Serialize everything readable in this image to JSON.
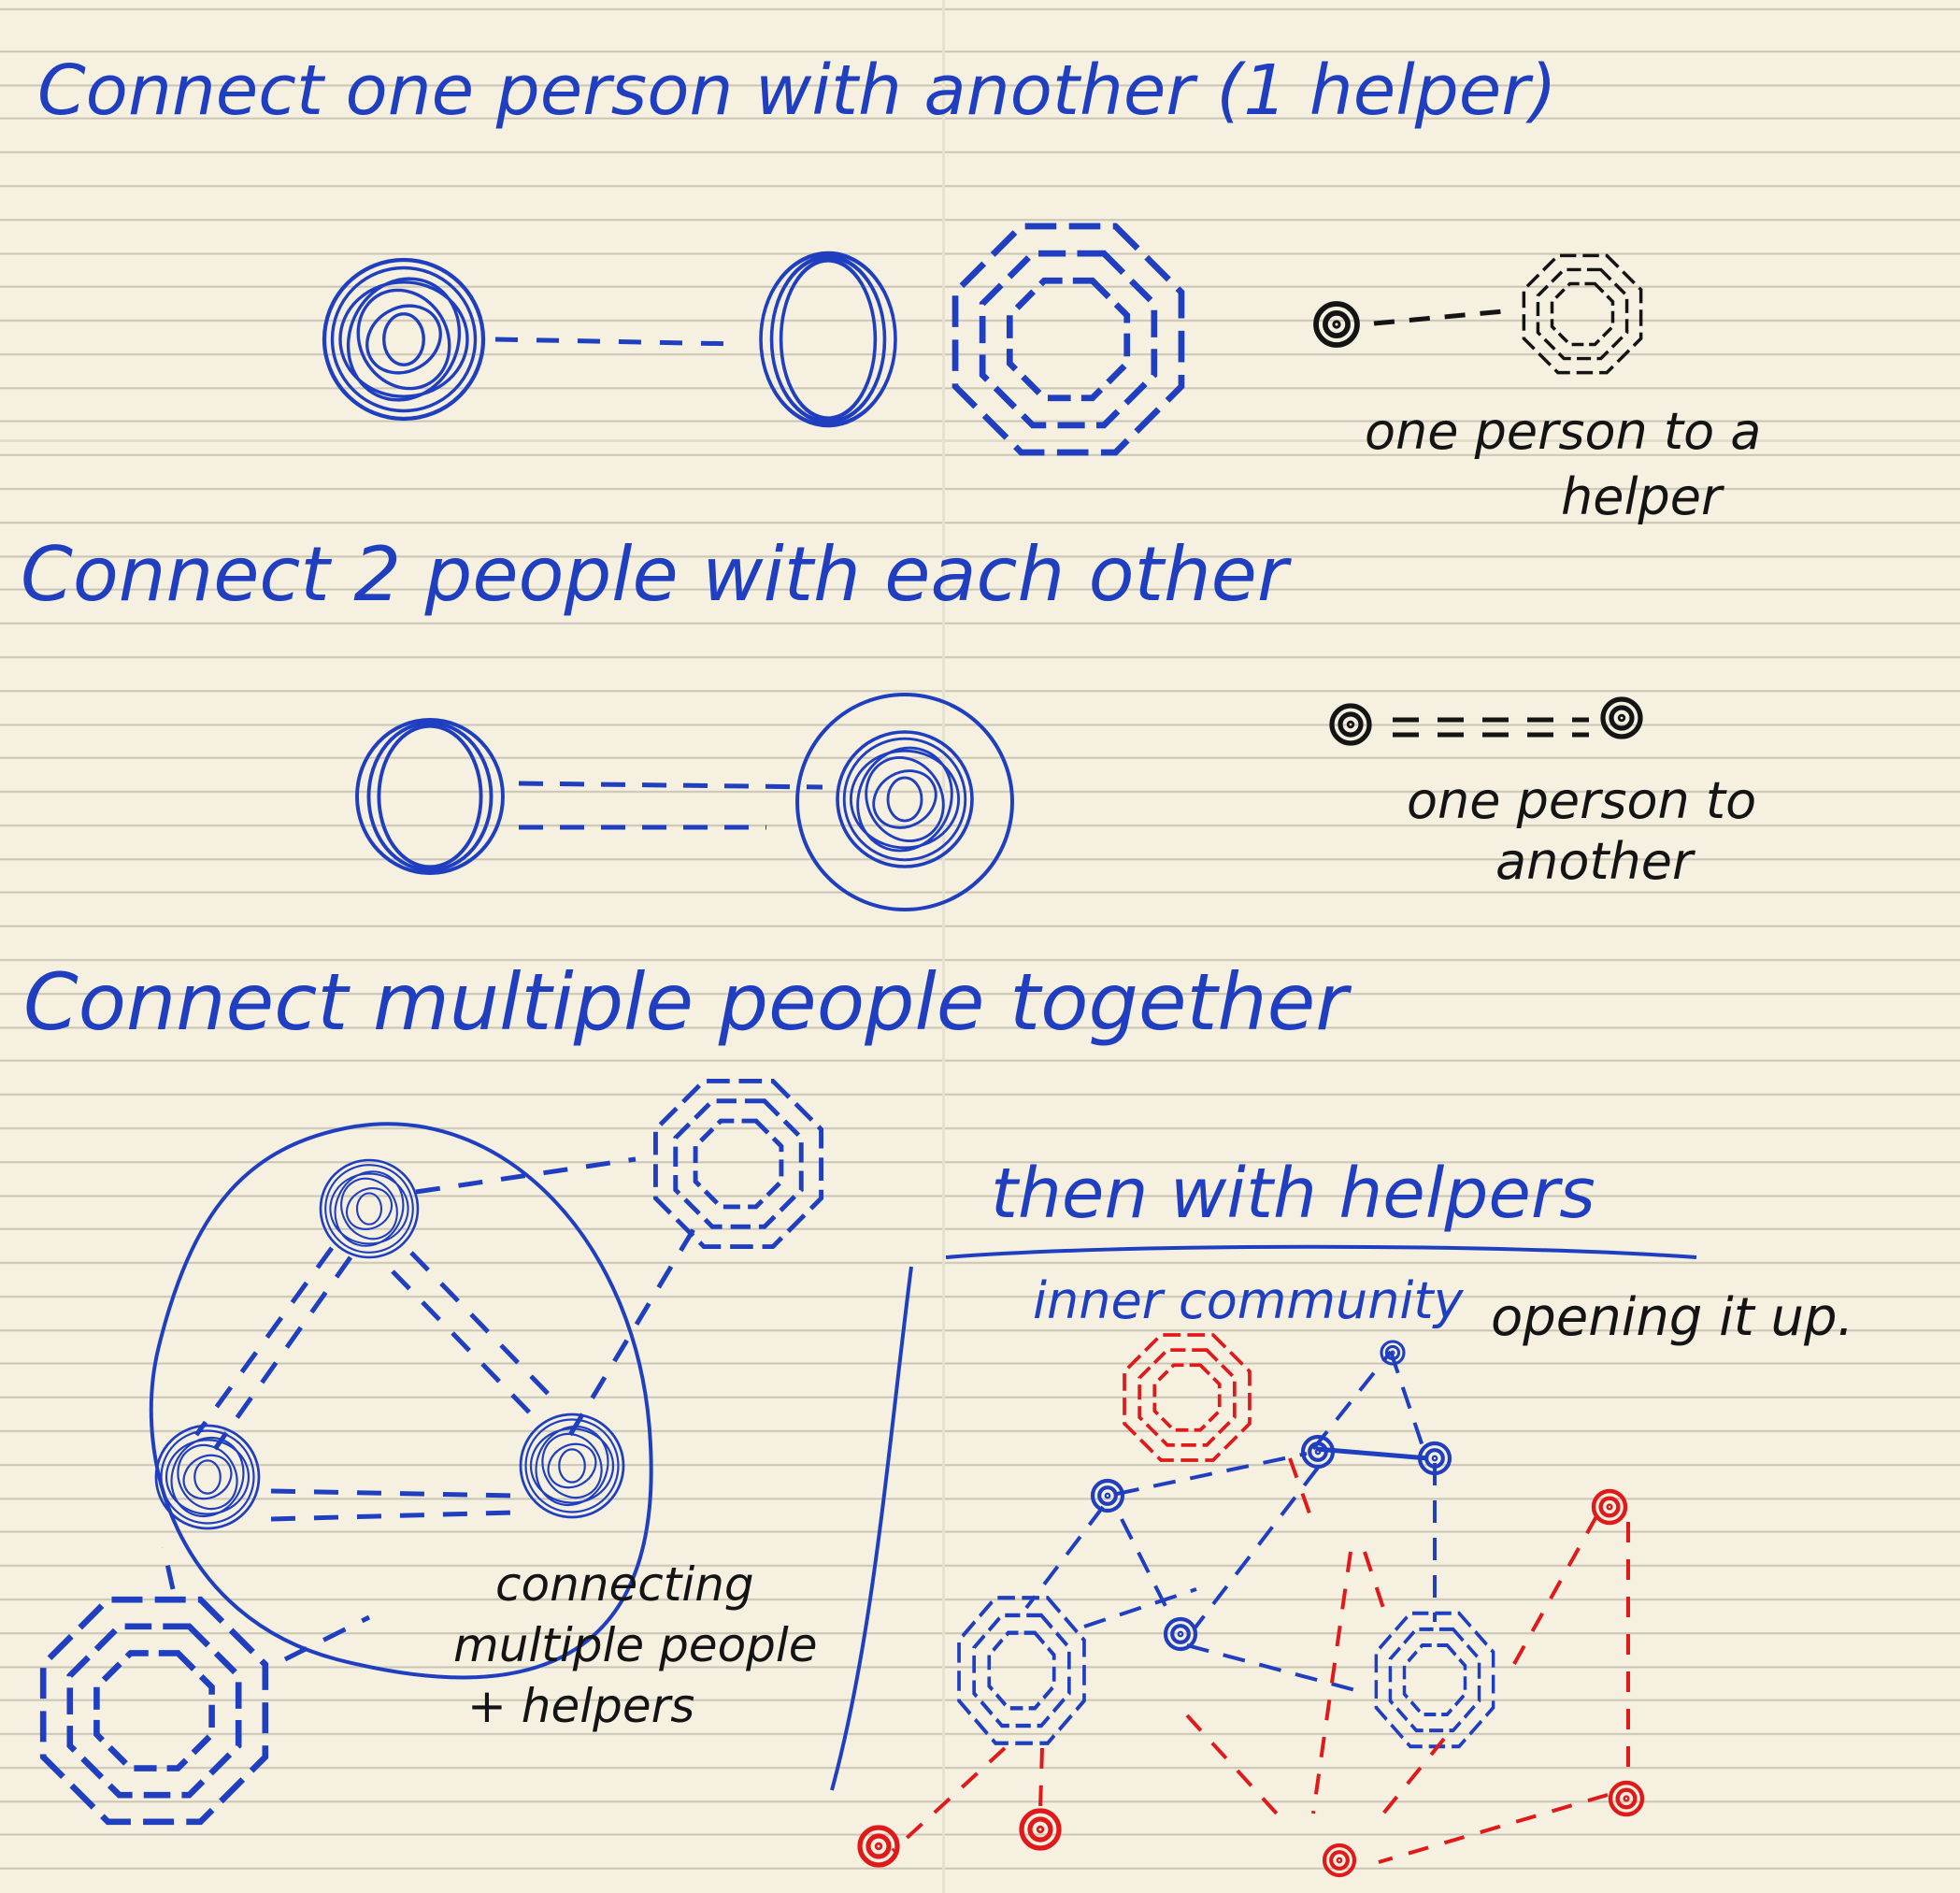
{
  "headings": {
    "h1": "Connect one person with another (1 helper)",
    "h2": "Connect 2 people with each other",
    "h3": "Connect multiple people together",
    "h4": "then with helpers"
  },
  "notes": {
    "helper_note": [
      "one person to a",
      "helper"
    ],
    "person_note": [
      "one person to",
      "another"
    ],
    "multi_note": [
      "connecting",
      "multiple people",
      "+ helpers"
    ],
    "inner": "inner community",
    "opening": "opening it up."
  },
  "colors": {
    "ink_blue": "#1f3fc0",
    "ink_black": "#141414",
    "ink_red": "#e01a1a",
    "paper": "#f5f0e0",
    "rule": "#cbc5b4"
  },
  "icons": {
    "person": "scribbled-circle",
    "helper": "dashed-octagon"
  }
}
